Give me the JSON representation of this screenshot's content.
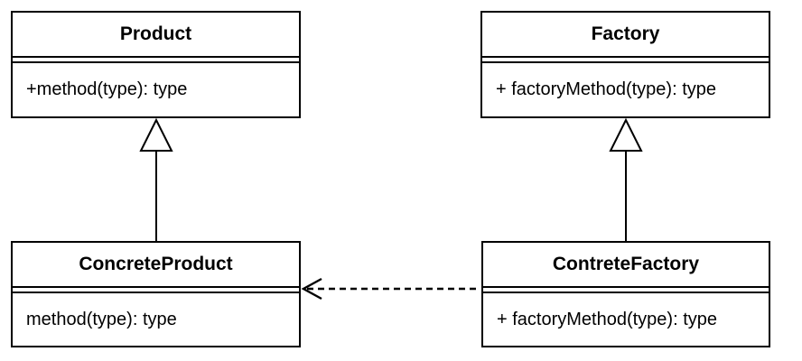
{
  "diagram": {
    "type": "uml-class-diagram",
    "classes": [
      {
        "name": "Product",
        "attributes": [],
        "methods": [
          "+method(type): type"
        ]
      },
      {
        "name": "Factory",
        "attributes": [],
        "methods": [
          "+ factoryMethod(type): type"
        ]
      },
      {
        "name": "ConcreteProduct",
        "attributes": [],
        "methods": [
          "method(type): type"
        ]
      },
      {
        "name": "ContreteFactory",
        "attributes": [],
        "methods": [
          "+ factoryMethod(type): type"
        ]
      }
    ],
    "relationships": [
      {
        "type": "generalization",
        "from": "ConcreteProduct",
        "to": "Product",
        "line": "solid",
        "head": "hollow-triangle"
      },
      {
        "type": "generalization",
        "from": "ContreteFactory",
        "to": "Factory",
        "line": "solid",
        "head": "hollow-triangle"
      },
      {
        "type": "dependency",
        "from": "ContreteFactory",
        "to": "ConcreteProduct",
        "line": "dashed",
        "head": "open-arrow"
      }
    ],
    "colors": {
      "line": "#000000",
      "box_fill": "#ffffff",
      "background": "#ffffff",
      "text": "#000000"
    }
  }
}
